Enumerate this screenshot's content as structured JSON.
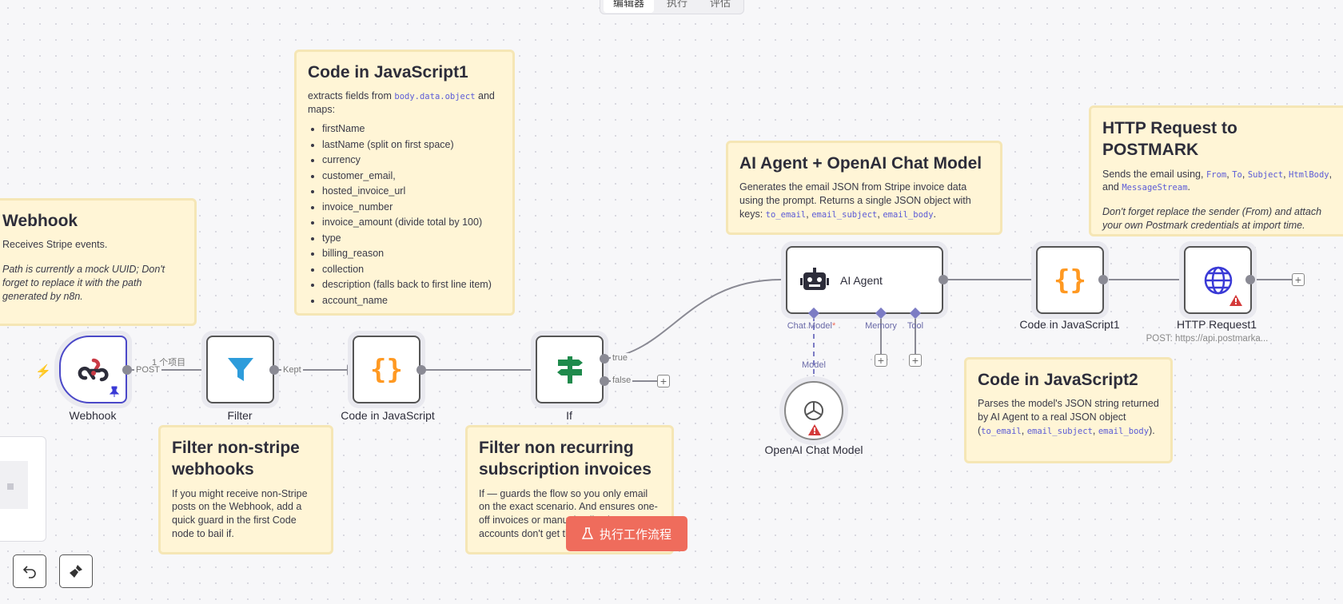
{
  "tabs": [
    {
      "label": "编辑器"
    },
    {
      "label": "执行"
    },
    {
      "label": "评估"
    }
  ],
  "stickies": {
    "webhook": {
      "title": "Webhook",
      "line1": "Receives Stripe events.",
      "line2": "Path is currently a mock UUID; Don't forget to replace it with the path generated by n8n."
    },
    "code1": {
      "title": "Code in JavaScript1",
      "intro_a": "extracts fields from ",
      "intro_code": "body.data.object",
      "intro_b": " and maps:",
      "items": [
        "firstName",
        "lastName (split on first space)",
        "currency",
        "customer_email,",
        "hosted_invoice_url",
        "invoice_number",
        "invoice_amount (divide total by 100)",
        "type",
        "billing_reason",
        "collection",
        "description (falls back to first line item)",
        "account_name"
      ]
    },
    "ai": {
      "title": "AI Agent + OpenAI Chat Model",
      "text": "Generates the email JSON from Stripe invoice data using the prompt. Returns a single JSON object with keys: ",
      "k1": "to_email",
      "k2": "email_subject",
      "k3": "email_body"
    },
    "http": {
      "title": "HTTP Request to POSTMARK",
      "text": "Sends the email using, ",
      "f1": "From",
      "f2": "To",
      "f3": "Subject",
      "f4": "HtmlBody",
      "f5": "MessageStream",
      "and": "and ",
      "note": "Don't forget replace the sender (From) and attach your own Postmark credentials at import time."
    },
    "filter": {
      "title": "Filter non-stripe webhooks",
      "text": "If you might receive non-Stripe posts on the Webhook, add a quick guard in the first Code node to bail if."
    },
    "ifnote": {
      "title": "Filter non recurring subscription invoices",
      "text": "If — guards the flow so you only email on the exact scenario. And ensures one-off invoices or manual-collection accounts don't get this email."
    },
    "code2": {
      "title": "Code in JavaScript2",
      "text_a": "Parses the model's JSON string returned by AI Agent to a real JSON object (",
      "k1": "to_email",
      "k2": "email_subject",
      "k3": "email_body",
      "text_b": ")."
    }
  },
  "nodes": {
    "webhook": {
      "label": "Webhook",
      "icon": "webhook-icon"
    },
    "filter": {
      "label": "Filter",
      "icon": "funnel-icon"
    },
    "code": {
      "label": "Code in JavaScript",
      "icon": "braces-icon"
    },
    "if": {
      "label": "If",
      "icon": "signpost-icon"
    },
    "agent": {
      "label": "AI Agent",
      "icon": "robot-icon"
    },
    "openai": {
      "label": "OpenAI Chat Model",
      "icon": "openai-icon"
    },
    "code1": {
      "label": "Code in JavaScript1",
      "icon": "braces-icon"
    },
    "http": {
      "label": "HTTP Request1",
      "sublabel": "POST: https://api.postmarka...",
      "icon": "globe-icon"
    }
  },
  "edges": {
    "items_count": "1 个项目",
    "post": "POST",
    "kept": "Kept",
    "true": "true",
    "false": "false",
    "chat_model": "Chat Model",
    "required": "*",
    "memory": "Memory",
    "tool": "Tool",
    "model": "Model"
  },
  "run_button": "执行工作流程",
  "colors": {
    "accent": "#ef6c5c",
    "sticky_bg": "#fff5d6",
    "braces": "#ff9922",
    "filter": "#2d9cdb",
    "if": "#1f8a4c",
    "globe": "#3a3ad6",
    "sub_connector": "#7b7bc4"
  }
}
